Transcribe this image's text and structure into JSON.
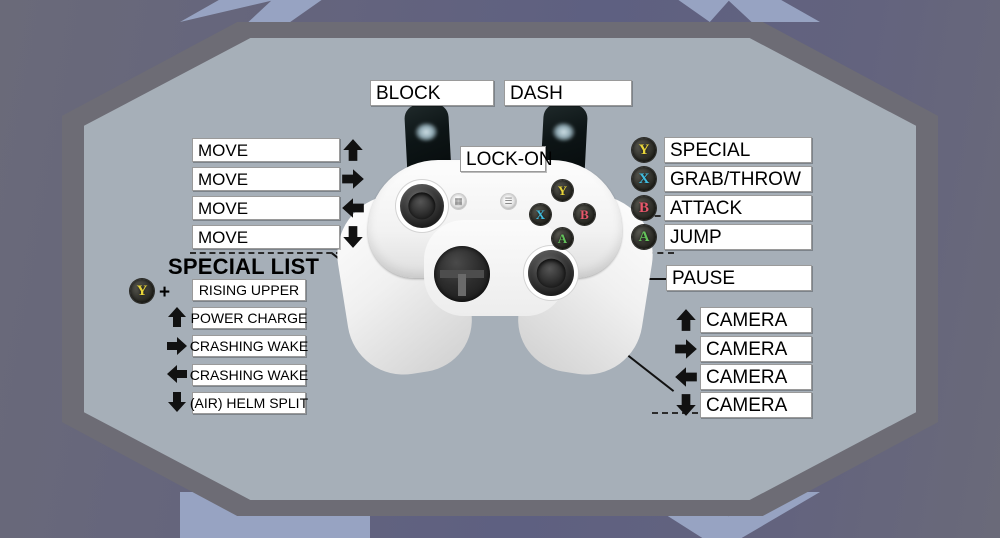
{
  "theme": {
    "bg_outer": "#63637e",
    "frame_border": "#6d6c75",
    "panel": "#a6afb8",
    "chevron": "#97a3c2",
    "label_bg": "#ffffff",
    "label_text": "#000000",
    "arrow": "#111111",
    "btn_y": "#e8d53a",
    "btn_x": "#3fbde0",
    "btn_b": "#e8576b",
    "btn_a": "#63c25a"
  },
  "top_labels": {
    "block": "BLOCK",
    "dash": "DASH",
    "lock_on": "LOCK-ON"
  },
  "left_stick": {
    "rows": [
      {
        "label": "MOVE",
        "icon": "arrow-up-icon"
      },
      {
        "label": "MOVE",
        "icon": "arrow-right-icon"
      },
      {
        "label": "MOVE",
        "icon": "arrow-left-icon"
      },
      {
        "label": "MOVE",
        "icon": "arrow-down-icon"
      }
    ]
  },
  "special_list": {
    "title": "SPECIAL LIST",
    "plus": "+",
    "button_icon": {
      "glyph": "Y",
      "name": "button-y-icon",
      "color": "#e8d53a"
    },
    "rows": [
      {
        "label": "RISING UPPER",
        "icon": "button-y-icon"
      },
      {
        "label": "POWER CHARGE",
        "icon": "arrow-up-icon"
      },
      {
        "label": "CRASHING WAKE",
        "icon": "arrow-right-icon"
      },
      {
        "label": "CRASHING WAKE",
        "icon": "arrow-left-icon"
      },
      {
        "label": "(AIR) HELM SPLIT",
        "icon": "arrow-down-icon"
      }
    ]
  },
  "face_buttons": {
    "rows": [
      {
        "glyph": "Y",
        "name": "button-y-icon",
        "color": "#e8d53a",
        "label": "SPECIAL"
      },
      {
        "glyph": "X",
        "name": "button-x-icon",
        "color": "#3fbde0",
        "label": "GRAB/THROW"
      },
      {
        "glyph": "B",
        "name": "button-b-icon",
        "color": "#e8576b",
        "label": "ATTACK"
      },
      {
        "glyph": "A",
        "name": "button-a-icon",
        "color": "#63c25a",
        "label": "JUMP"
      }
    ]
  },
  "menu": {
    "pause": "PAUSE"
  },
  "right_stick": {
    "rows": [
      {
        "label": "CAMERA",
        "icon": "arrow-up-icon"
      },
      {
        "label": "CAMERA",
        "icon": "arrow-right-icon"
      },
      {
        "label": "CAMERA",
        "icon": "arrow-left-icon"
      },
      {
        "label": "CAMERA",
        "icon": "arrow-down-icon"
      }
    ]
  },
  "controller": {
    "name": "xbox-controller",
    "color": "white",
    "view_button": "view-button-icon",
    "menu_button": "menu-button-icon"
  }
}
